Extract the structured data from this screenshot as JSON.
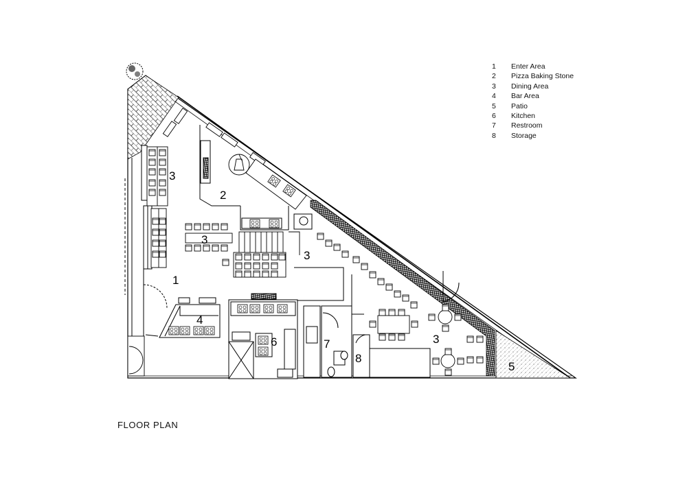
{
  "legend": {
    "items": [
      {
        "num": "1",
        "label": "Enter Area"
      },
      {
        "num": "2",
        "label": "Pizza Baking Stone"
      },
      {
        "num": "3",
        "label": "Dining Area"
      },
      {
        "num": "4",
        "label": "Bar Area"
      },
      {
        "num": "5",
        "label": "Patio"
      },
      {
        "num": "6",
        "label": "Kitchen"
      },
      {
        "num": "7",
        "label": "Restroom"
      },
      {
        "num": "8",
        "label": "Storage"
      }
    ]
  },
  "plan": {
    "zone_labels": [
      "3",
      "2",
      "3",
      "3",
      "1",
      "4",
      "6",
      "7",
      "8",
      "3",
      "5"
    ]
  },
  "caption": "FLOOR PLAN",
  "colors": {
    "line": "#000000",
    "background": "#ffffff",
    "hatch": "#222222"
  }
}
